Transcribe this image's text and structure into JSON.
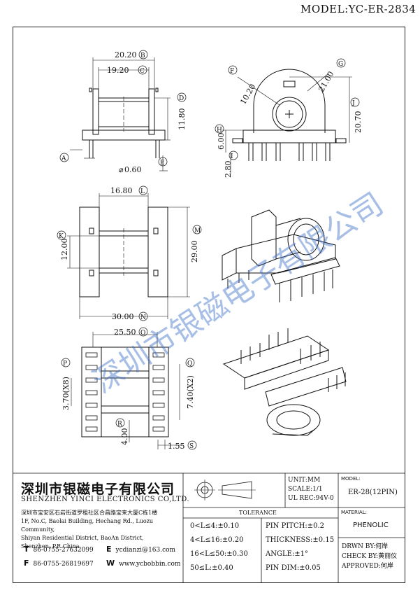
{
  "header": {
    "model": "MODEL:YC-ER-2834"
  },
  "dimensions": {
    "A": "A",
    "B_val": "20.20",
    "B": "B",
    "C_val": "19.20",
    "C": "C",
    "D": "D",
    "D_val": "11.80",
    "E": "E",
    "E_val": "0.60",
    "F": "F",
    "F_val": "10.20",
    "G": "G",
    "G_val": "21.00",
    "H": "H",
    "H_val": "6.00",
    "I": "I",
    "I_val": "2.80",
    "J": "J",
    "J_val": "20.70",
    "K": "K",
    "K_val": "12.00",
    "L": "L",
    "L_val": "16.80",
    "M": "M",
    "M_val": "29.00",
    "N": "N",
    "N_val": "30.00",
    "O": "O",
    "O_val": "25.50",
    "P": "P",
    "P_val": "3.70(X8)",
    "Q": "Q",
    "Q_val": "7.40(X2)",
    "R": "R",
    "R_val": "4.00",
    "S": "S",
    "S_val": "1.55"
  },
  "company": {
    "name_cn": "深圳市银磁电子有限公司",
    "name_en": "SHENZHEN YINCI ELECTRONICS CO,LTD.",
    "address": [
      "深圳市宝安区石岩街道罗租社区合昌路宝来大厦C栋1楼",
      "1F, No.C, Baolai Building, Hechang Rd., Luozu Community,",
      "Shiyan Residential District, BaoAn District,",
      "Shenzhen, P.R.China"
    ],
    "tel_label": "T",
    "tel": "86-0755-27632099",
    "fax_label": "F",
    "fax": "86-0755-26819697",
    "email_label": "E",
    "email": "ycdianzi@163.com",
    "web_label": "W",
    "web": "www.ycbobbin.com"
  },
  "specs": {
    "unit": "UNIT:MM",
    "scale": "SCALE:1/1",
    "ul": "UL REC:94V-0",
    "model_label": "MODEL:",
    "model_value": "ER-28(12PIN)",
    "material_label": "MATERIAL:",
    "material_value": "PHENOLIC"
  },
  "tolerance": {
    "title": "TOLERANCE",
    "rows": [
      "0<L≤4:±0.10",
      "4<L≤16:±0.20",
      "16<L≤50:±0.30",
      "50≤L:±0.40"
    ],
    "pin_pitch": "PIN PITCH:±0.2",
    "thickness": "THICKNESS:±0.15",
    "angle": "ANGLE:±1°",
    "pin_dim": "PIN DIM:±0.05"
  },
  "approval": {
    "drawn": "DRWN BY:何岸",
    "check": "CHECK BY:黄丽仪",
    "approved": "APPROVED:何岸"
  },
  "watermark": "深圳市银磁电子有限公司"
}
